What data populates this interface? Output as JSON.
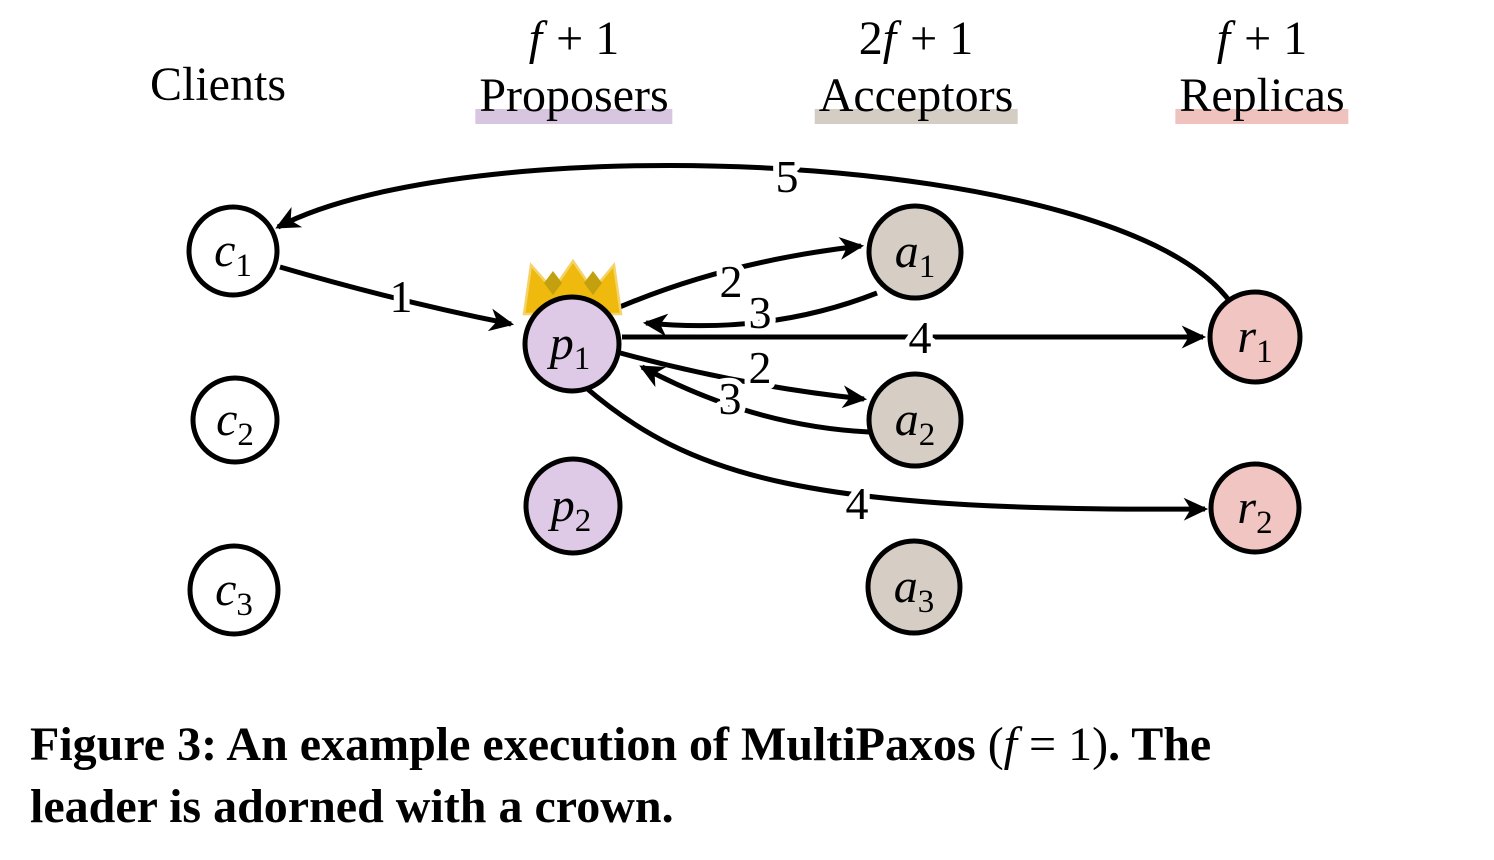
{
  "figure": {
    "headers": {
      "clients": {
        "title": "Clients"
      },
      "proposers": {
        "count_pre": "",
        "count_f": "f",
        "count_post": " + 1",
        "title": "Proposers",
        "highlight": "#d8c5e0"
      },
      "acceptors": {
        "count_pre": "2",
        "count_f": "f",
        "count_post": " + 1",
        "title": "Acceptors",
        "highlight": "#d4cdc3"
      },
      "replicas": {
        "count_pre": "",
        "count_f": "f",
        "count_post": " + 1",
        "title": "Replicas",
        "highlight": "#efc2be"
      }
    },
    "nodes": [
      {
        "id": "c1",
        "label": "c",
        "sub": "1",
        "role": "client"
      },
      {
        "id": "c2",
        "label": "c",
        "sub": "2",
        "role": "client"
      },
      {
        "id": "c3",
        "label": "c",
        "sub": "3",
        "role": "client"
      },
      {
        "id": "p1",
        "label": "p",
        "sub": "1",
        "role": "proposer",
        "leader": true
      },
      {
        "id": "p2",
        "label": "p",
        "sub": "2",
        "role": "proposer"
      },
      {
        "id": "a1",
        "label": "a",
        "sub": "1",
        "role": "acceptor"
      },
      {
        "id": "a2",
        "label": "a",
        "sub": "2",
        "role": "acceptor"
      },
      {
        "id": "a3",
        "label": "a",
        "sub": "3",
        "role": "acceptor"
      },
      {
        "id": "r1",
        "label": "r",
        "sub": "1",
        "role": "replica"
      },
      {
        "id": "r2",
        "label": "r",
        "sub": "2",
        "role": "replica"
      }
    ],
    "edges": [
      {
        "step": "1",
        "from": "c1",
        "to": "p1"
      },
      {
        "step": "2",
        "from": "p1",
        "to": "a1"
      },
      {
        "step": "3",
        "from": "a1",
        "to": "p1"
      },
      {
        "step": "2",
        "from": "p1",
        "to": "a2"
      },
      {
        "step": "3",
        "from": "a2",
        "to": "p1"
      },
      {
        "step": "4",
        "from": "p1",
        "to": "r1"
      },
      {
        "step": "4",
        "from": "p1",
        "to": "r2"
      },
      {
        "step": "5",
        "from": "r1",
        "to": "c1"
      }
    ],
    "colors": {
      "client_fill": "#ffffff",
      "proposer_fill": "#dec9e6",
      "acceptor_fill": "#d6cec4",
      "replica_fill": "#f1c5c1",
      "proposer_highlight": "#d8c5e0",
      "acceptor_highlight": "#d4cdc3",
      "replica_highlight": "#efc2be",
      "crown_gold": "#efba0d",
      "crown_trim": "#f4d469",
      "crown_diamond": "#c2a00f",
      "line": "#000000"
    },
    "caption": {
      "p1": "Figure 3: An example execution of MultiPaxos ",
      "p2": "(",
      "p3": "f",
      "p4": " = 1",
      "p5": ")",
      "p6": ". The",
      "line2": "leader is adorned with a crown."
    }
  }
}
